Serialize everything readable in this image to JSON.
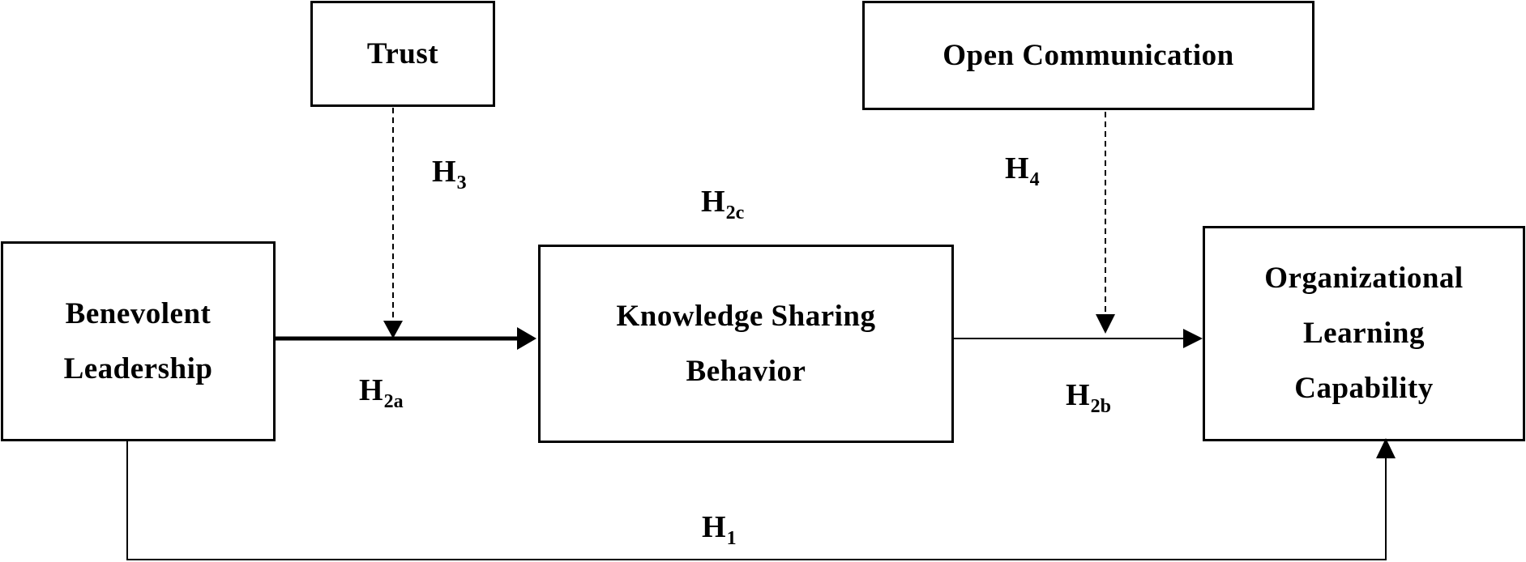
{
  "nodes": {
    "trust": "Trust",
    "open_communication": "Open Communication",
    "benevolent_leadership": [
      "Benevolent",
      "Leadership"
    ],
    "knowledge_sharing": [
      "Knowledge Sharing",
      "Behavior"
    ],
    "organizational_learning": [
      "Organizational",
      "Learning",
      "Capability"
    ]
  },
  "hypotheses": {
    "h1": {
      "main": "H",
      "sub": "1"
    },
    "h2a": {
      "main": "H",
      "sub": "2a"
    },
    "h2b": {
      "main": "H",
      "sub": "2b"
    },
    "h2c": {
      "main": "H",
      "sub": "2c"
    },
    "h3": {
      "main": "H",
      "sub": "3"
    },
    "h4": {
      "main": "H",
      "sub": "4"
    }
  },
  "colors": {
    "stroke": "#000000",
    "background": "#ffffff"
  }
}
